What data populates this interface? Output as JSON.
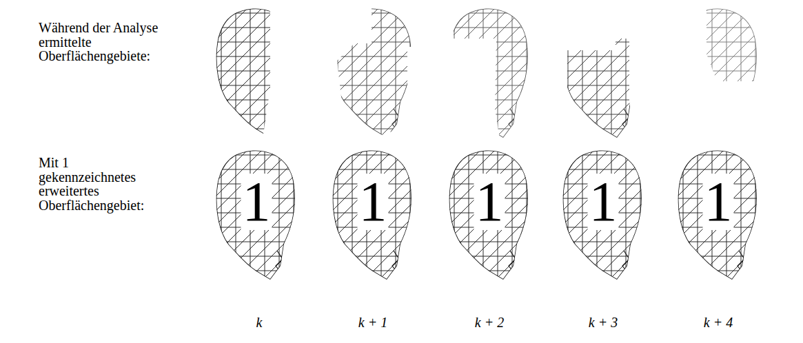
{
  "diagram": {
    "labels": [
      "Während der Analyse ermittelte Oberflächengebiete:",
      "Mit 1 gekennzeichnetes erweitertes Oberflächengebiet:",
      "1",
      "1",
      "1",
      "1",
      "1",
      "k",
      "k + 1",
      "k + 2",
      "k + 3",
      "k + 4"
    ]
  }
}
